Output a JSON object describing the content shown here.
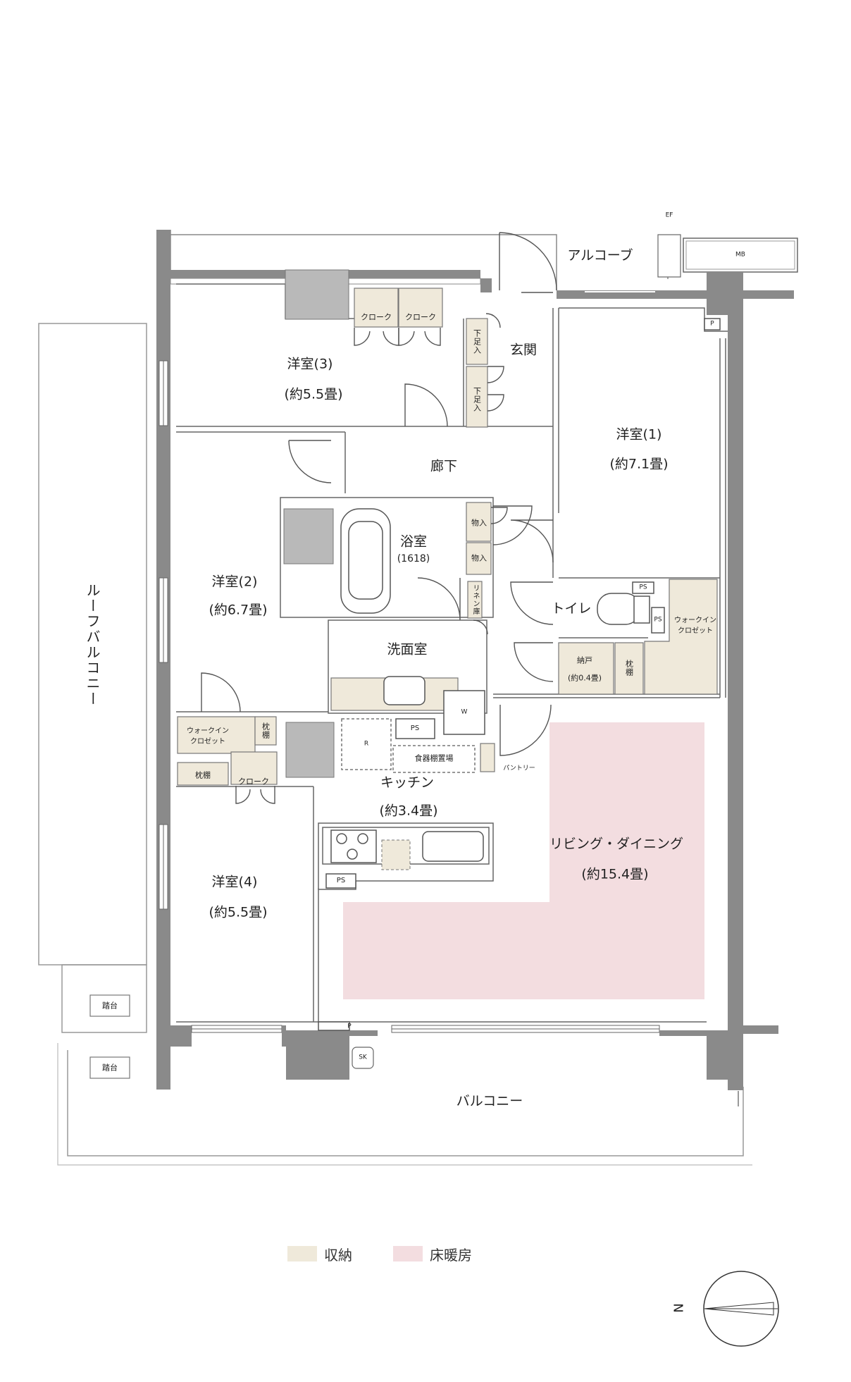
{
  "rooms": {
    "room3": {
      "name": "洋室(3)",
      "area": "(約5.5畳)"
    },
    "room1": {
      "name": "洋室(1)",
      "area": "(約7.1畳)"
    },
    "room2": {
      "name": "洋室(2)",
      "area": "(約6.7畳)"
    },
    "room4": {
      "name": "洋室(4)",
      "area": "(約5.5畳)"
    },
    "living": {
      "name": "リビング・ダイニング",
      "area": "(約15.4畳)"
    },
    "kitchen": {
      "name": "キッチン",
      "area": "(約3.4畳)"
    },
    "bath": {
      "name": "浴室",
      "size": "(1618)"
    },
    "washroom": {
      "name": "洗面室"
    },
    "hallway": {
      "name": "廊下"
    },
    "entrance": {
      "name": "玄関"
    },
    "toilet": {
      "name": "トイレ"
    },
    "alcove": {
      "name": "アルコーブ"
    },
    "balcony": {
      "name": "バルコニー"
    },
    "roof_balcony": {
      "name": "ルーフバルコニー"
    }
  },
  "storage": {
    "cloak_a": "クローク",
    "cloak_b": "クローク",
    "cloak_c": "クローク",
    "shoe_a": "下足入",
    "shoe_b": "下足入",
    "mono_a": "物入",
    "mono_b": "物入",
    "linen": "リネン庫",
    "wic1": "ウォークイン\nクロゼット",
    "wic2": "ウォークイン\nクロゼット",
    "makura_a": "枕棚",
    "makura_b": "枕棚",
    "makura_c": "枕棚",
    "nando": "納戸",
    "nando_area": "(約0.4畳)",
    "pantry": "パントリー",
    "dish_shelf": "食器棚置場"
  },
  "equipment": {
    "ef": "EF",
    "mb": "MB",
    "ps": "PS",
    "p": "P",
    "w": "W",
    "r": "R",
    "sk": "SK",
    "step": "踏台"
  },
  "legend": {
    "storage_label": "収納",
    "floor_heating_label": "床暖房",
    "storage_color": "#efe9da",
    "floor_heating_color": "#f3dde0"
  },
  "compass": {
    "label": "N"
  },
  "colors": {
    "wall": "#8a8a8a",
    "column": "#b9b9b9",
    "line": "#555555",
    "storage": "#efe9da",
    "floor_heating": "#f3dde0"
  }
}
